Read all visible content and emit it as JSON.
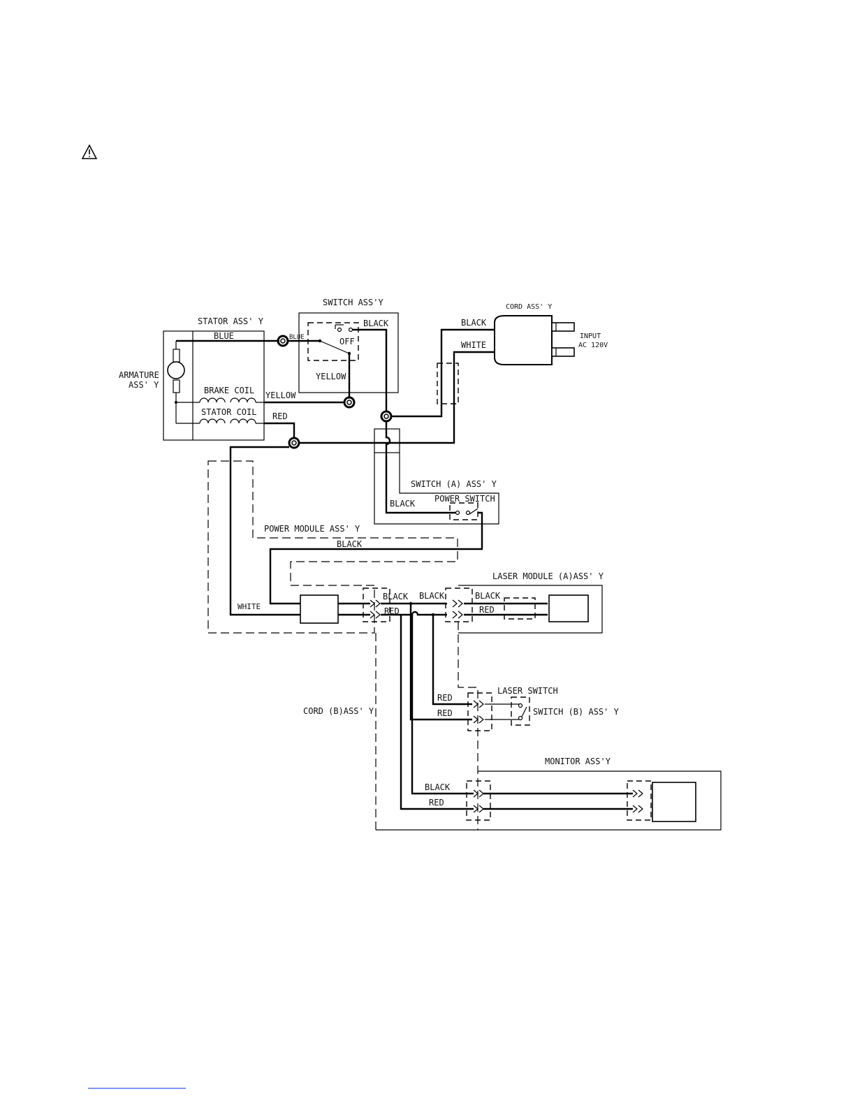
{
  "warning_icon": "warning-triangle-icon",
  "labels": {
    "stator_assy": "STATOR ASS' Y",
    "switch_assy": "SWITCH ASS'Y",
    "cord_assy": "CORD ASS' Y",
    "input": "INPUT",
    "ac_120v": "AC 120V",
    "armature_1": "ARMATURE",
    "armature_2": "ASS' Y",
    "brake_coil": "BRAKE COIL",
    "stator_coil": "STATOR COIL",
    "off": "OFF",
    "switch_a_assy": "SWITCH (A) ASS' Y",
    "power_switch": "POWER SWITCH",
    "power_module_assy": "POWER MODULE ASS' Y",
    "laser_module_assy": "LASER MODULE (A)ASS' Y",
    "laser_switch": "LASER SWITCH",
    "switch_b_assy": "SWITCH (B) ASS' Y",
    "cord_b_assy": "CORD (B)ASS' Y",
    "monitor_assy": "MONITOR ASS'Y"
  },
  "wires": {
    "blue": "BLUE",
    "blue_short": "BLUE",
    "black": "BLACK",
    "white": "WHITE",
    "yellow": "YELLOW",
    "red": "RED",
    "white_short": "WHITE"
  }
}
